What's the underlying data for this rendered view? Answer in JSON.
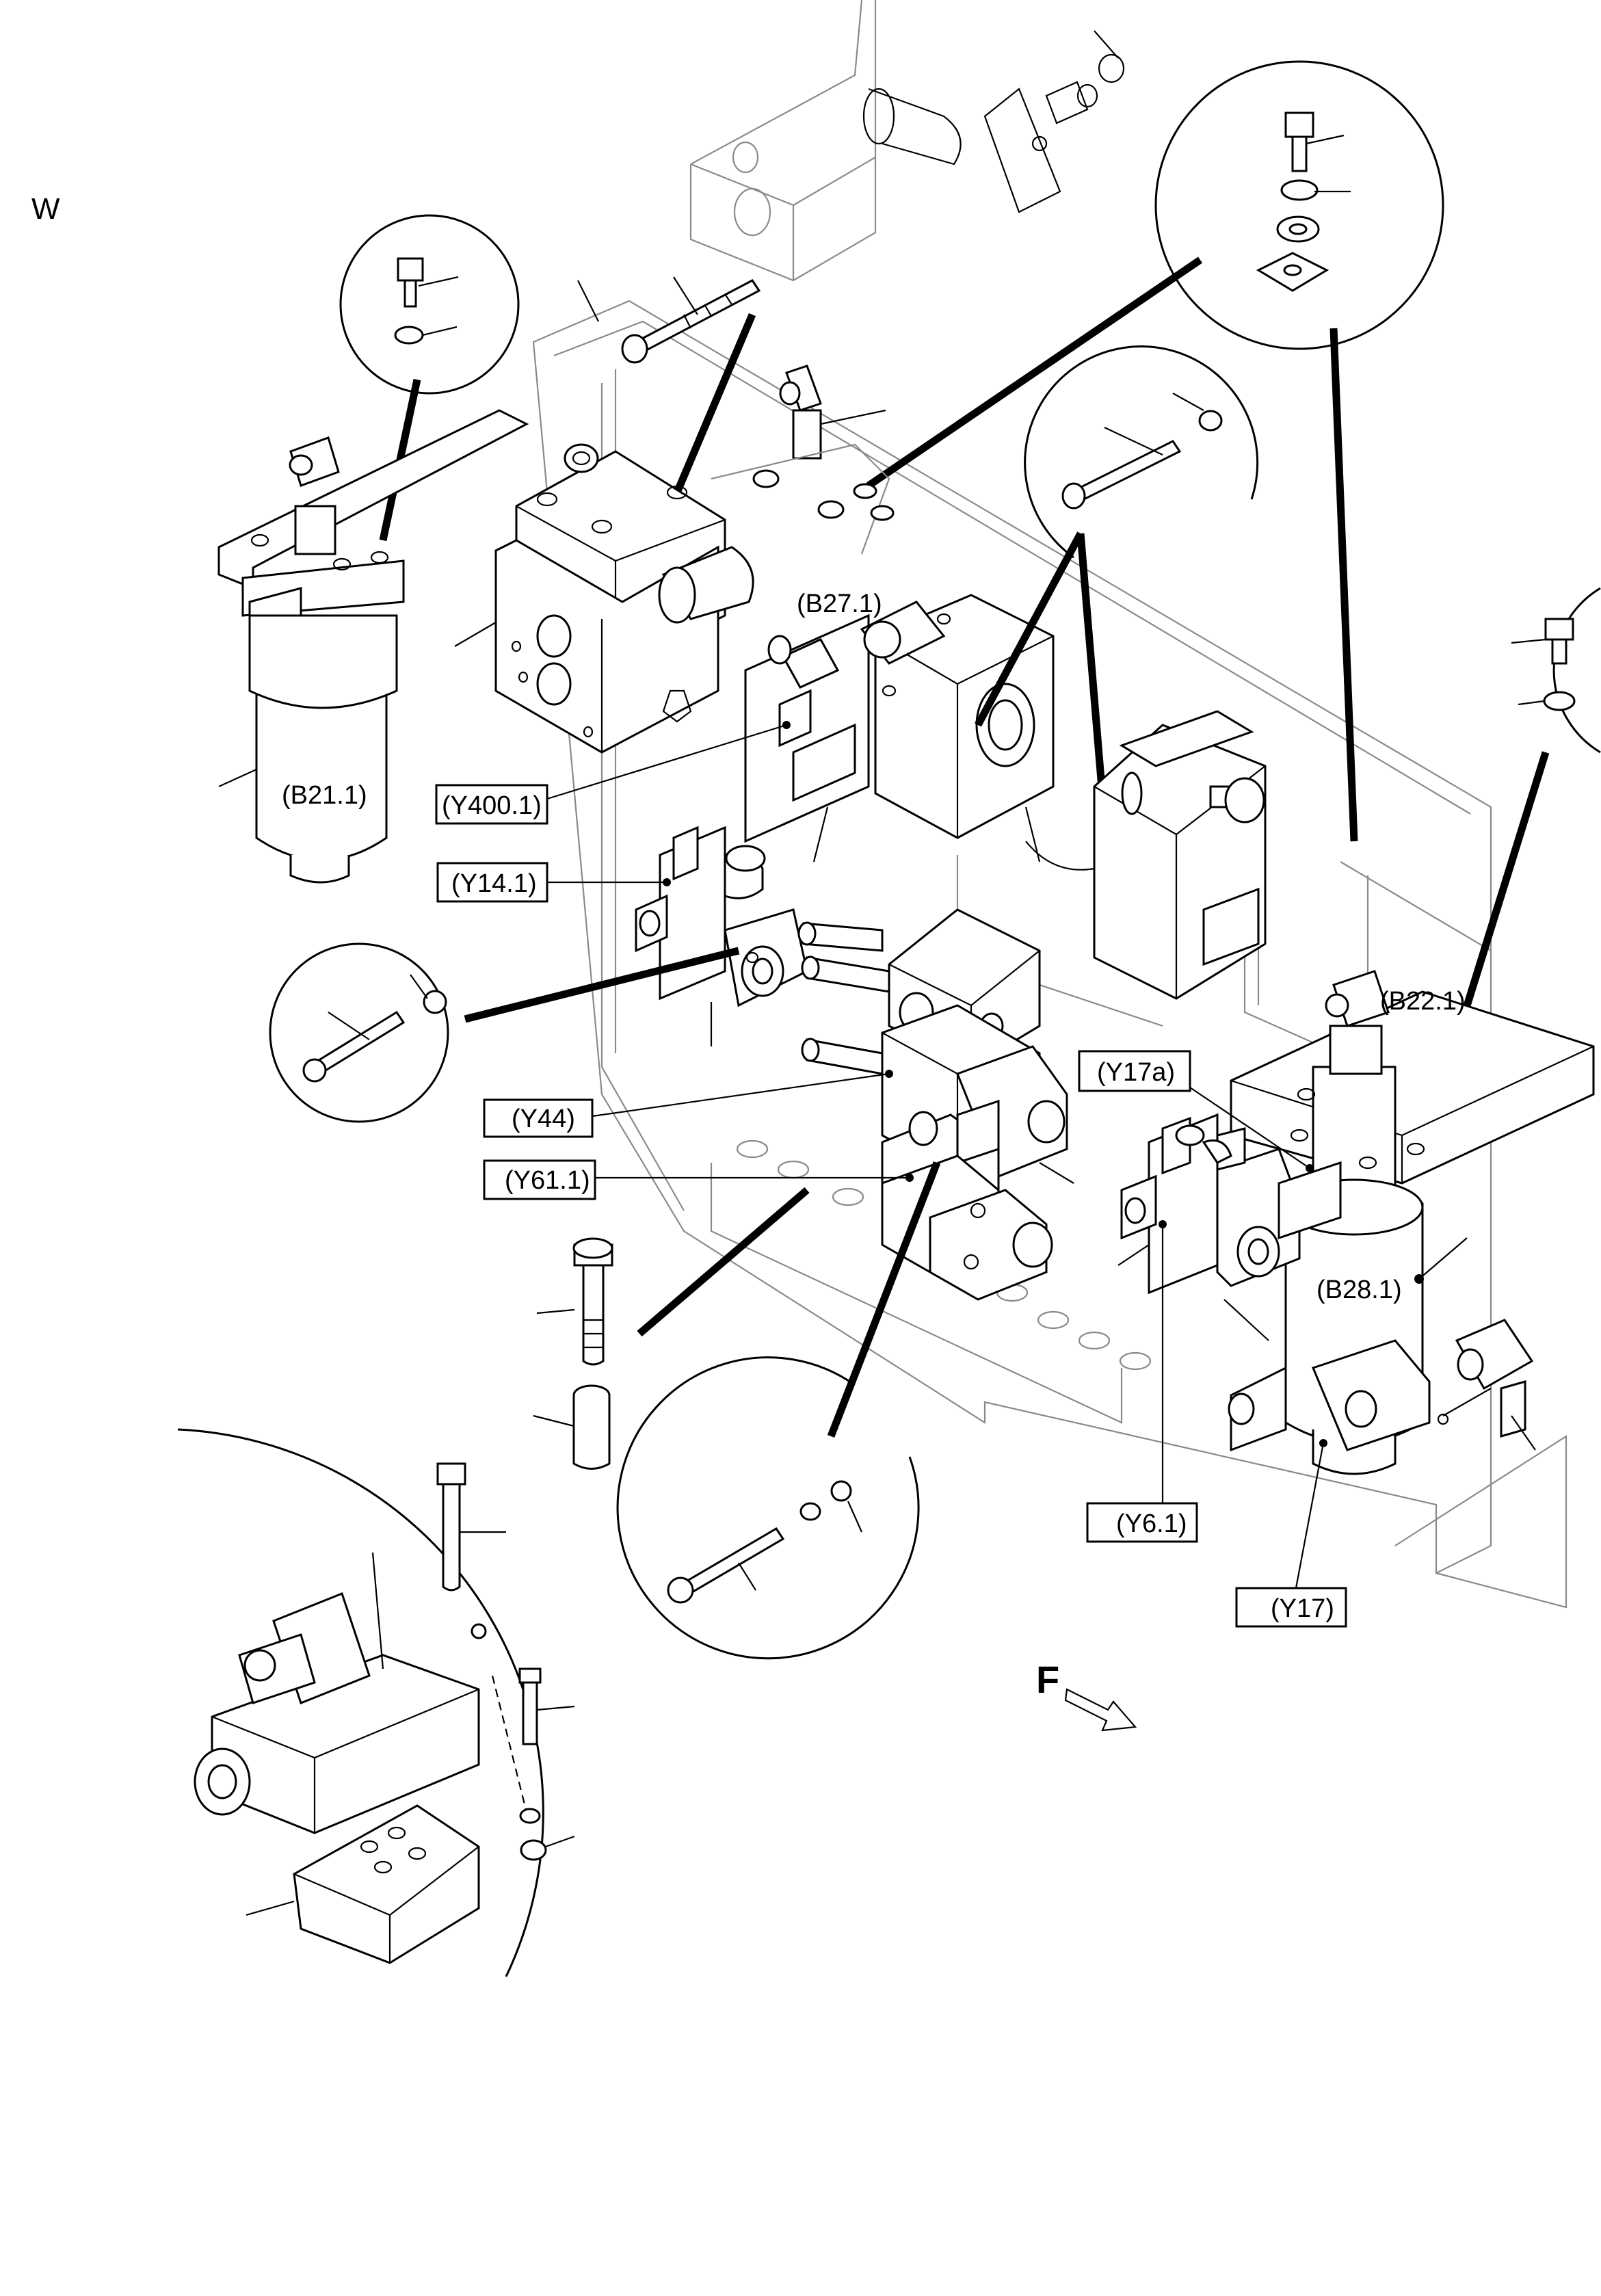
{
  "diagram": {
    "view_letter": "W",
    "direction_marker": "F",
    "labels": {
      "b21_1": "(B21.1)",
      "b27_1": "(B27.1)",
      "b22_1": "(B22.1)",
      "b28_1": "(B28.1)",
      "y400_1": "(Y400.1)",
      "y14_1": "(Y14.1)",
      "y44": "(Y44)",
      "y61_1": "(Y61.1)",
      "y17a": "(Y17a)",
      "y6_1": "(Y6.1)",
      "y17": "(Y17)"
    }
  }
}
